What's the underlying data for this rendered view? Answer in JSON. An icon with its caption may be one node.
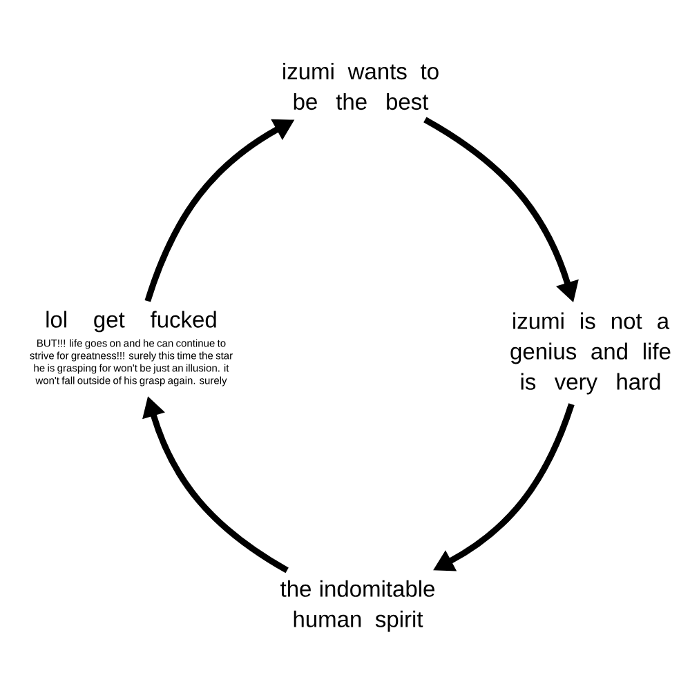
{
  "diagram": {
    "nodes": [
      {
        "text": [
          "izumi wants to be the best"
        ]
      },
      {
        "text": [
          "izumi is not a genius and life is very hard"
        ]
      },
      {
        "text": [
          "the indomitable human spirit"
        ]
      },
      {
        "text": [
          "lol get fucked",
          "BUT!!! life goes on and he can continue to strive for greatness!!! surely this time the star he is grasping for won't be just an illusion. it won't fall outside of his grasp again. surely"
        ]
      }
    ],
    "edges": [
      {
        "from": 0,
        "to": 1,
        "arrow": "to"
      },
      {
        "from": 1,
        "to": 2,
        "arrow": "to"
      },
      {
        "from": 2,
        "to": 3,
        "arrow": "to"
      },
      {
        "from": 3,
        "to": 0,
        "arrow": "to"
      }
    ]
  }
}
